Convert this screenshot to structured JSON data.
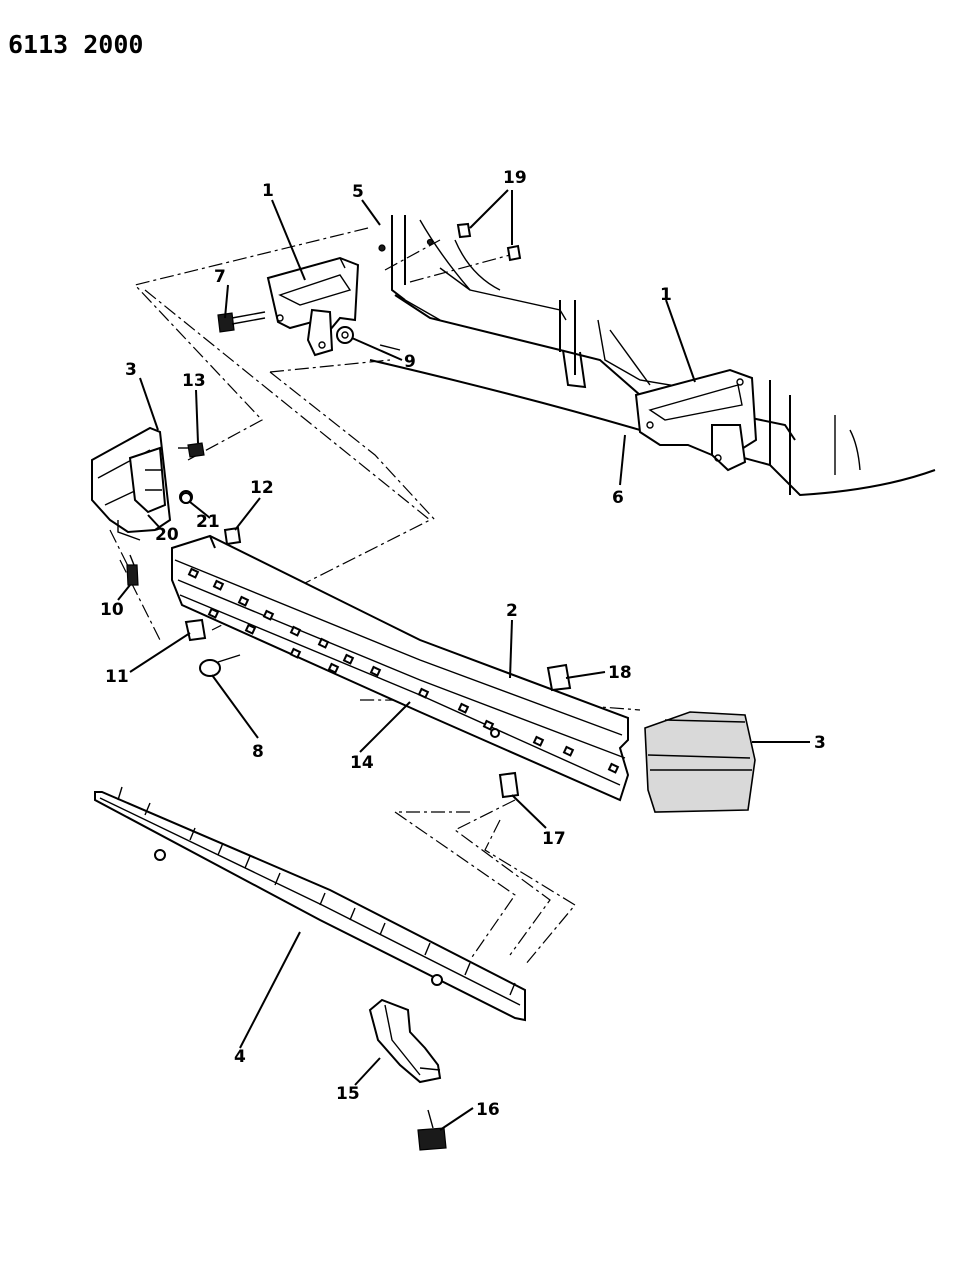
{
  "document": {
    "number": "6113 2000"
  },
  "callouts": {
    "c1a": "1",
    "c1b": "1",
    "c2": "2",
    "c3a": "3",
    "c3b": "3",
    "c4": "4",
    "c5": "5",
    "c6": "6",
    "c7": "7",
    "c8": "8",
    "c9": "9",
    "c10": "10",
    "c11": "11",
    "c12": "12",
    "c13": "13",
    "c14": "14",
    "c15": "15",
    "c16": "16",
    "c17": "17",
    "c18": "18",
    "c19": "19",
    "c20": "20",
    "c21": "21"
  }
}
